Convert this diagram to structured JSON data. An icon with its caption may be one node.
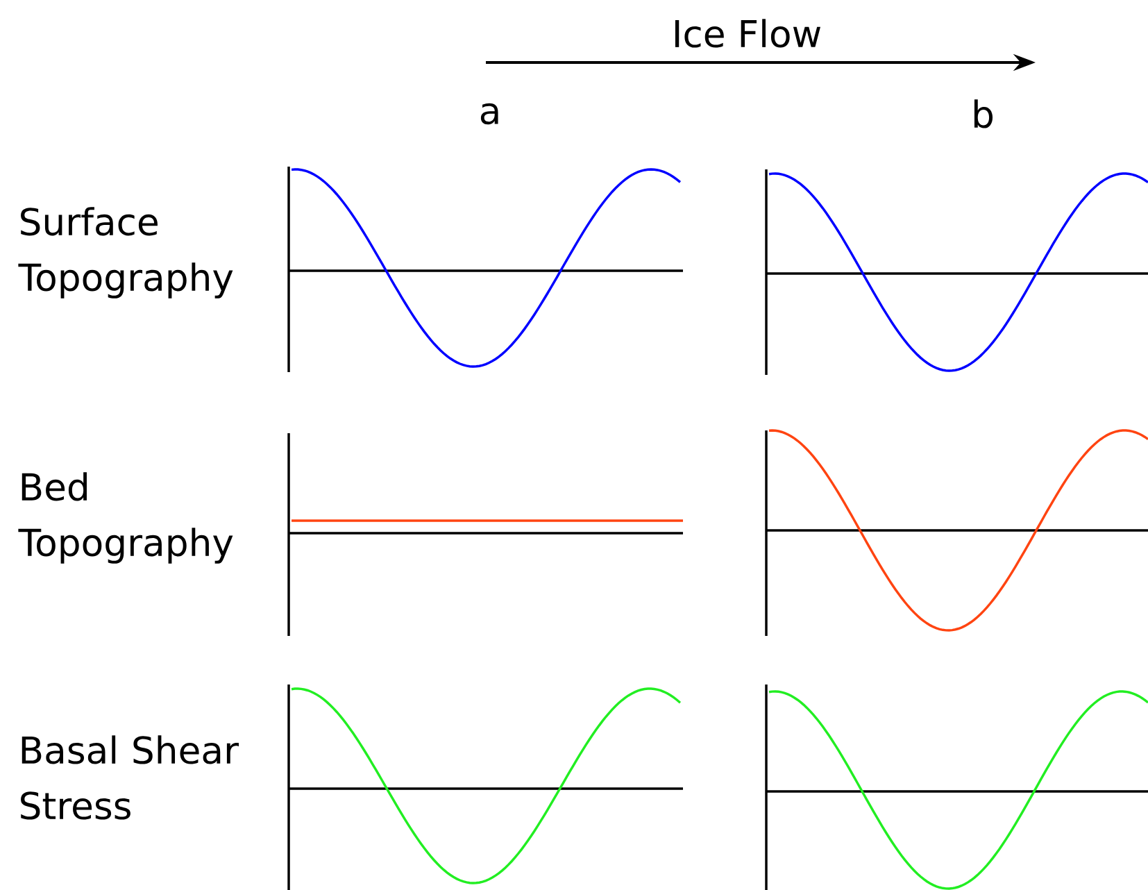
{
  "diagram": {
    "labels": [
      "Ice Flow",
      "a",
      "b",
      "Surface Topography",
      "Bed Topography",
      "Basal Shear Stress"
    ]
  }
}
